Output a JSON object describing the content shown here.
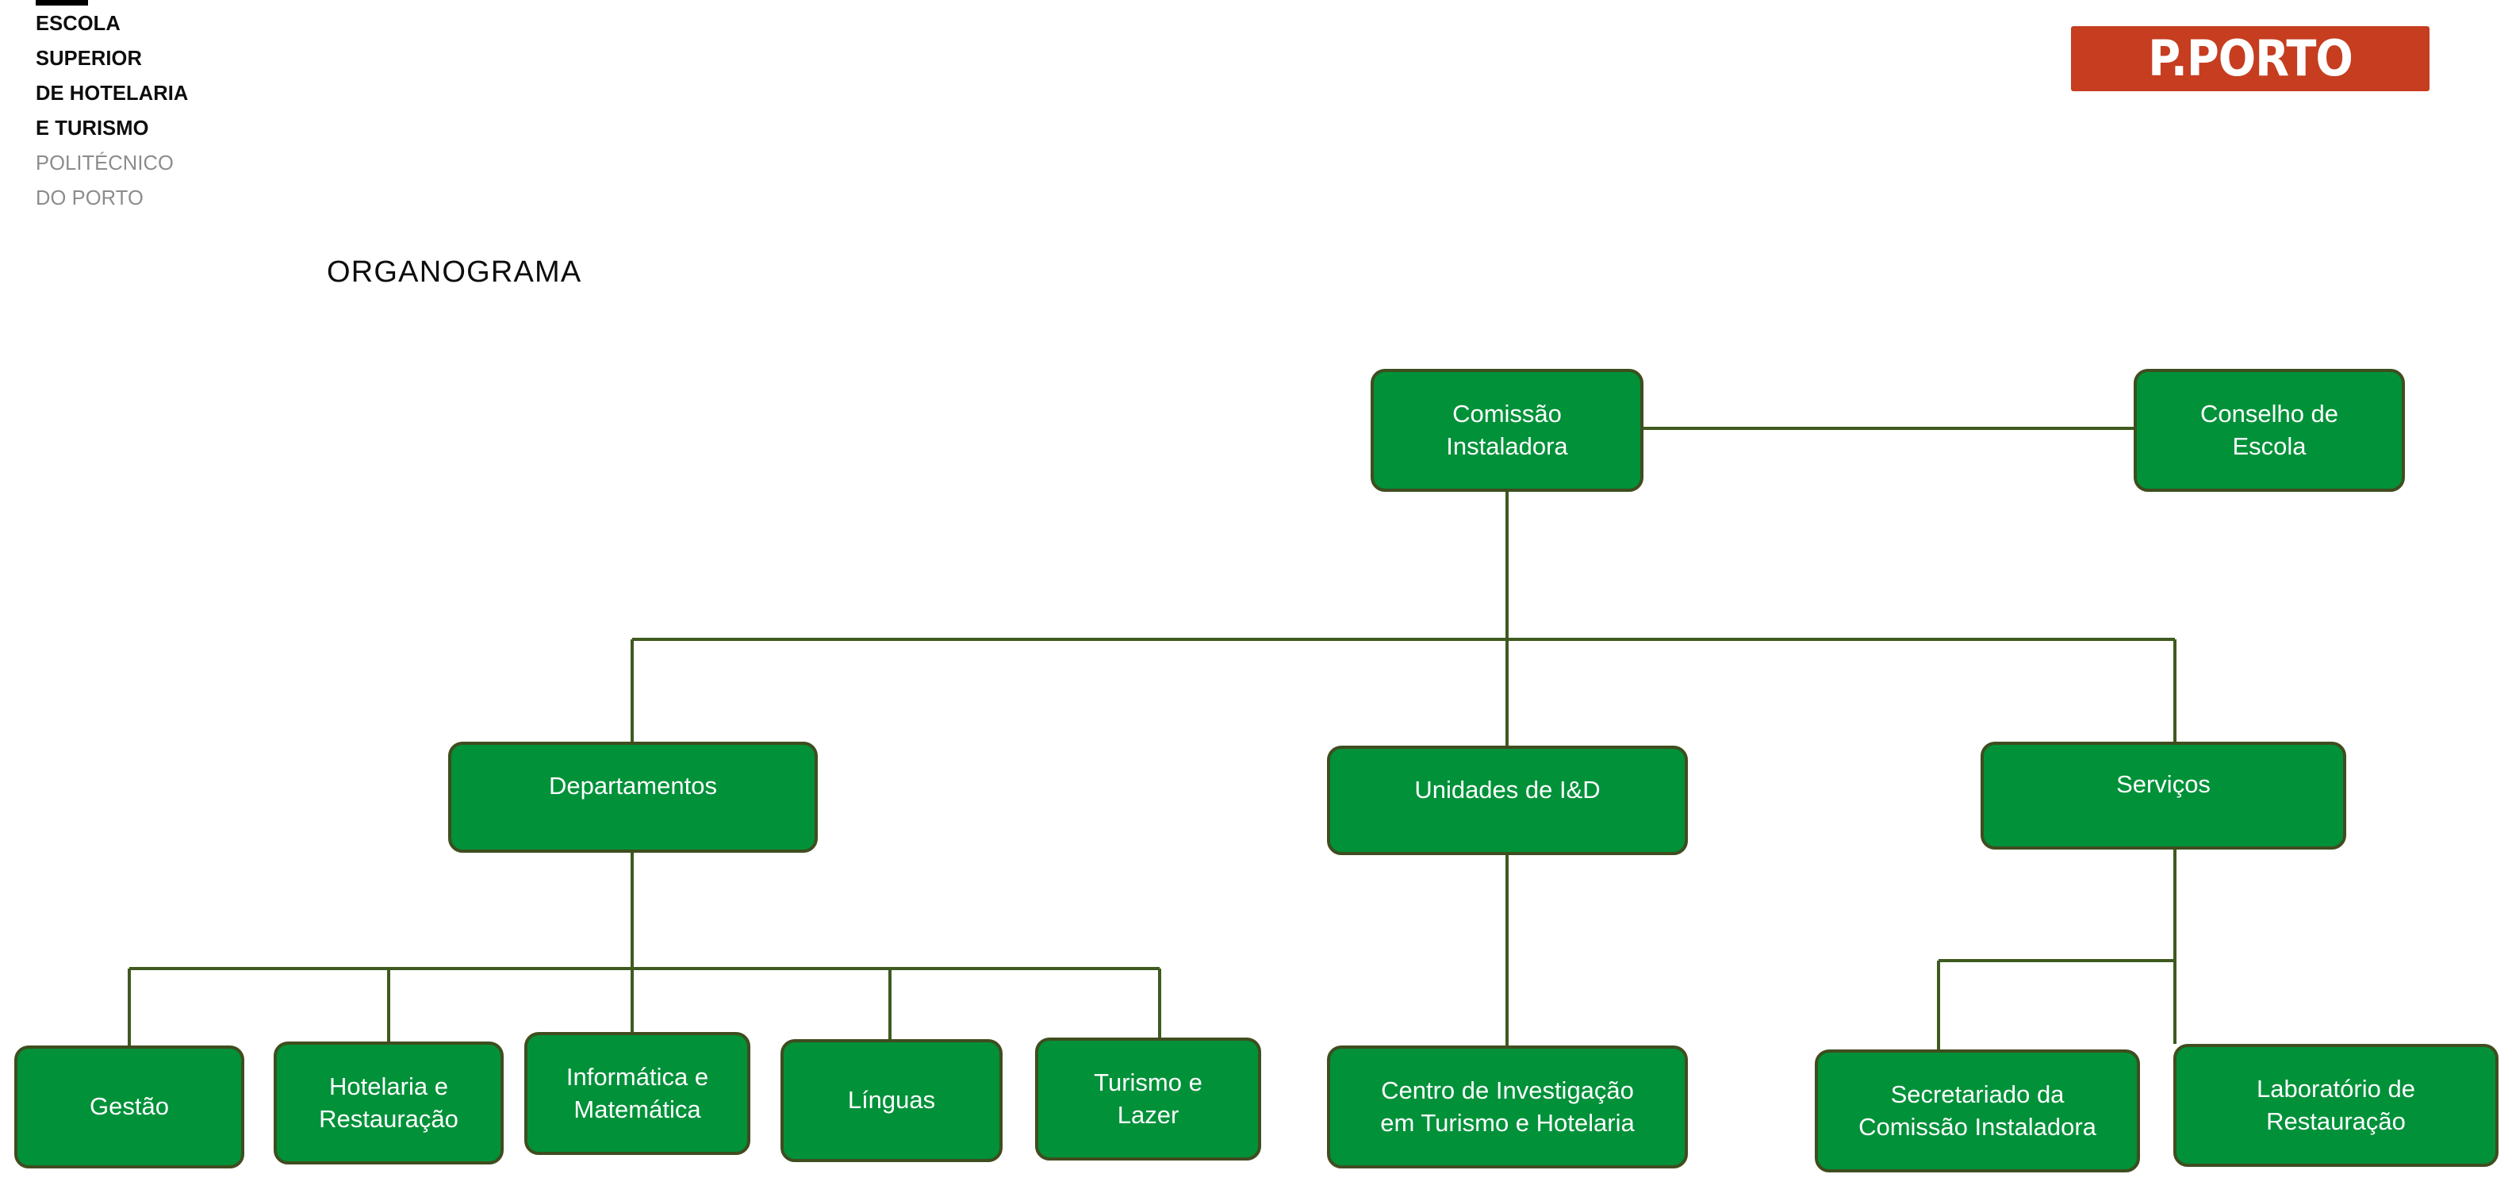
{
  "header": {
    "brand_bar_icon": "black-rule-icon",
    "school_name_lines": [
      {
        "text": "ESCOLA",
        "weight": "bold"
      },
      {
        "text": "SUPERIOR",
        "weight": "bold"
      },
      {
        "text": "DE HOTELARIA",
        "weight": "bold"
      },
      {
        "text": "E TURISMO",
        "weight": "bold"
      },
      {
        "text": "POLITÉCNICO",
        "weight": "light"
      },
      {
        "text": "DO PORTO",
        "weight": "light"
      }
    ],
    "institution_logo": {
      "text": "P.PORTO",
      "background_color": "#c63d20",
      "text_color": "#ffffff"
    }
  },
  "title": "ORGANOGRAMA",
  "colors": {
    "node_fill": "#009139",
    "node_border": "#3f4d1f",
    "node_text": "#ffffff",
    "connector": "#3f5a1f",
    "brand_red": "#c63d20",
    "page_background": "#ffffff"
  },
  "chart_data": {
    "type": "diagram",
    "subtype": "organizational-chart",
    "title": "ORGANOGRAMA",
    "nodes": [
      {
        "id": "comissao-instaladora",
        "label": "Comissão Instaladora",
        "level": 0
      },
      {
        "id": "conselho-escola",
        "label": "Conselho de Escola",
        "level": 0
      },
      {
        "id": "departamentos",
        "label": "Departamentos",
        "level": 1
      },
      {
        "id": "unidades-id",
        "label": "Unidades de I&D",
        "level": 1
      },
      {
        "id": "servicos",
        "label": "Serviços",
        "level": 1
      },
      {
        "id": "gestao",
        "label": "Gestão",
        "level": 2
      },
      {
        "id": "hotelaria-restauracao",
        "label": "Hotelaria e Restauração",
        "level": 2
      },
      {
        "id": "informatica-matematica",
        "label": "Informática e Matemática",
        "level": 2
      },
      {
        "id": "linguas",
        "label": "Línguas",
        "level": 2
      },
      {
        "id": "turismo-lazer",
        "label": "Turismo e Lazer",
        "level": 2
      },
      {
        "id": "citur",
        "label": "Centro de Investigação em Turismo e Hotelaria",
        "level": 2
      },
      {
        "id": "secretariado",
        "label": "Secretariado da Comissão Instaladora",
        "level": 2
      },
      {
        "id": "laboratorio-restauracao",
        "label": "Laboratório de Restauração",
        "level": 2
      }
    ],
    "edges": [
      {
        "from": "comissao-instaladora",
        "to": "conselho-escola",
        "style": "horizontal-peer"
      },
      {
        "from": "comissao-instaladora",
        "to": "departamentos"
      },
      {
        "from": "comissao-instaladora",
        "to": "unidades-id"
      },
      {
        "from": "comissao-instaladora",
        "to": "servicos"
      },
      {
        "from": "departamentos",
        "to": "gestao"
      },
      {
        "from": "departamentos",
        "to": "hotelaria-restauracao"
      },
      {
        "from": "departamentos",
        "to": "informatica-matematica"
      },
      {
        "from": "departamentos",
        "to": "linguas"
      },
      {
        "from": "departamentos",
        "to": "turismo-lazer"
      },
      {
        "from": "unidades-id",
        "to": "citur"
      },
      {
        "from": "servicos",
        "to": "secretariado"
      },
      {
        "from": "servicos",
        "to": "laboratorio-restauracao"
      }
    ]
  },
  "nodes": {
    "comissao_instaladora": {
      "line1": "Comissão",
      "line2": "Instaladora"
    },
    "conselho_escola": {
      "line1": "Conselho de",
      "line2": "Escola"
    },
    "departamentos": {
      "line1": "Departamentos"
    },
    "unidades_id": {
      "line1": "Unidades de I&D"
    },
    "servicos": {
      "line1": "Serviços"
    },
    "gestao": {
      "line1": "Gestão"
    },
    "hotelaria_restauracao": {
      "line1": "Hotelaria e",
      "line2": "Restauração"
    },
    "informatica_matematica": {
      "line1": "Informática e",
      "line2": "Matemática"
    },
    "linguas": {
      "line1": "Línguas"
    },
    "turismo_lazer": {
      "line1": "Turismo e",
      "line2": "Lazer"
    },
    "citur": {
      "line1": "Centro de Investigação",
      "line2": "em Turismo e Hotelaria"
    },
    "secretariado": {
      "line1": "Secretariado da",
      "line2": "Comissão Instaladora"
    },
    "laboratorio_restauracao": {
      "line1": "Laboratório de",
      "line2": "Restauração"
    }
  }
}
